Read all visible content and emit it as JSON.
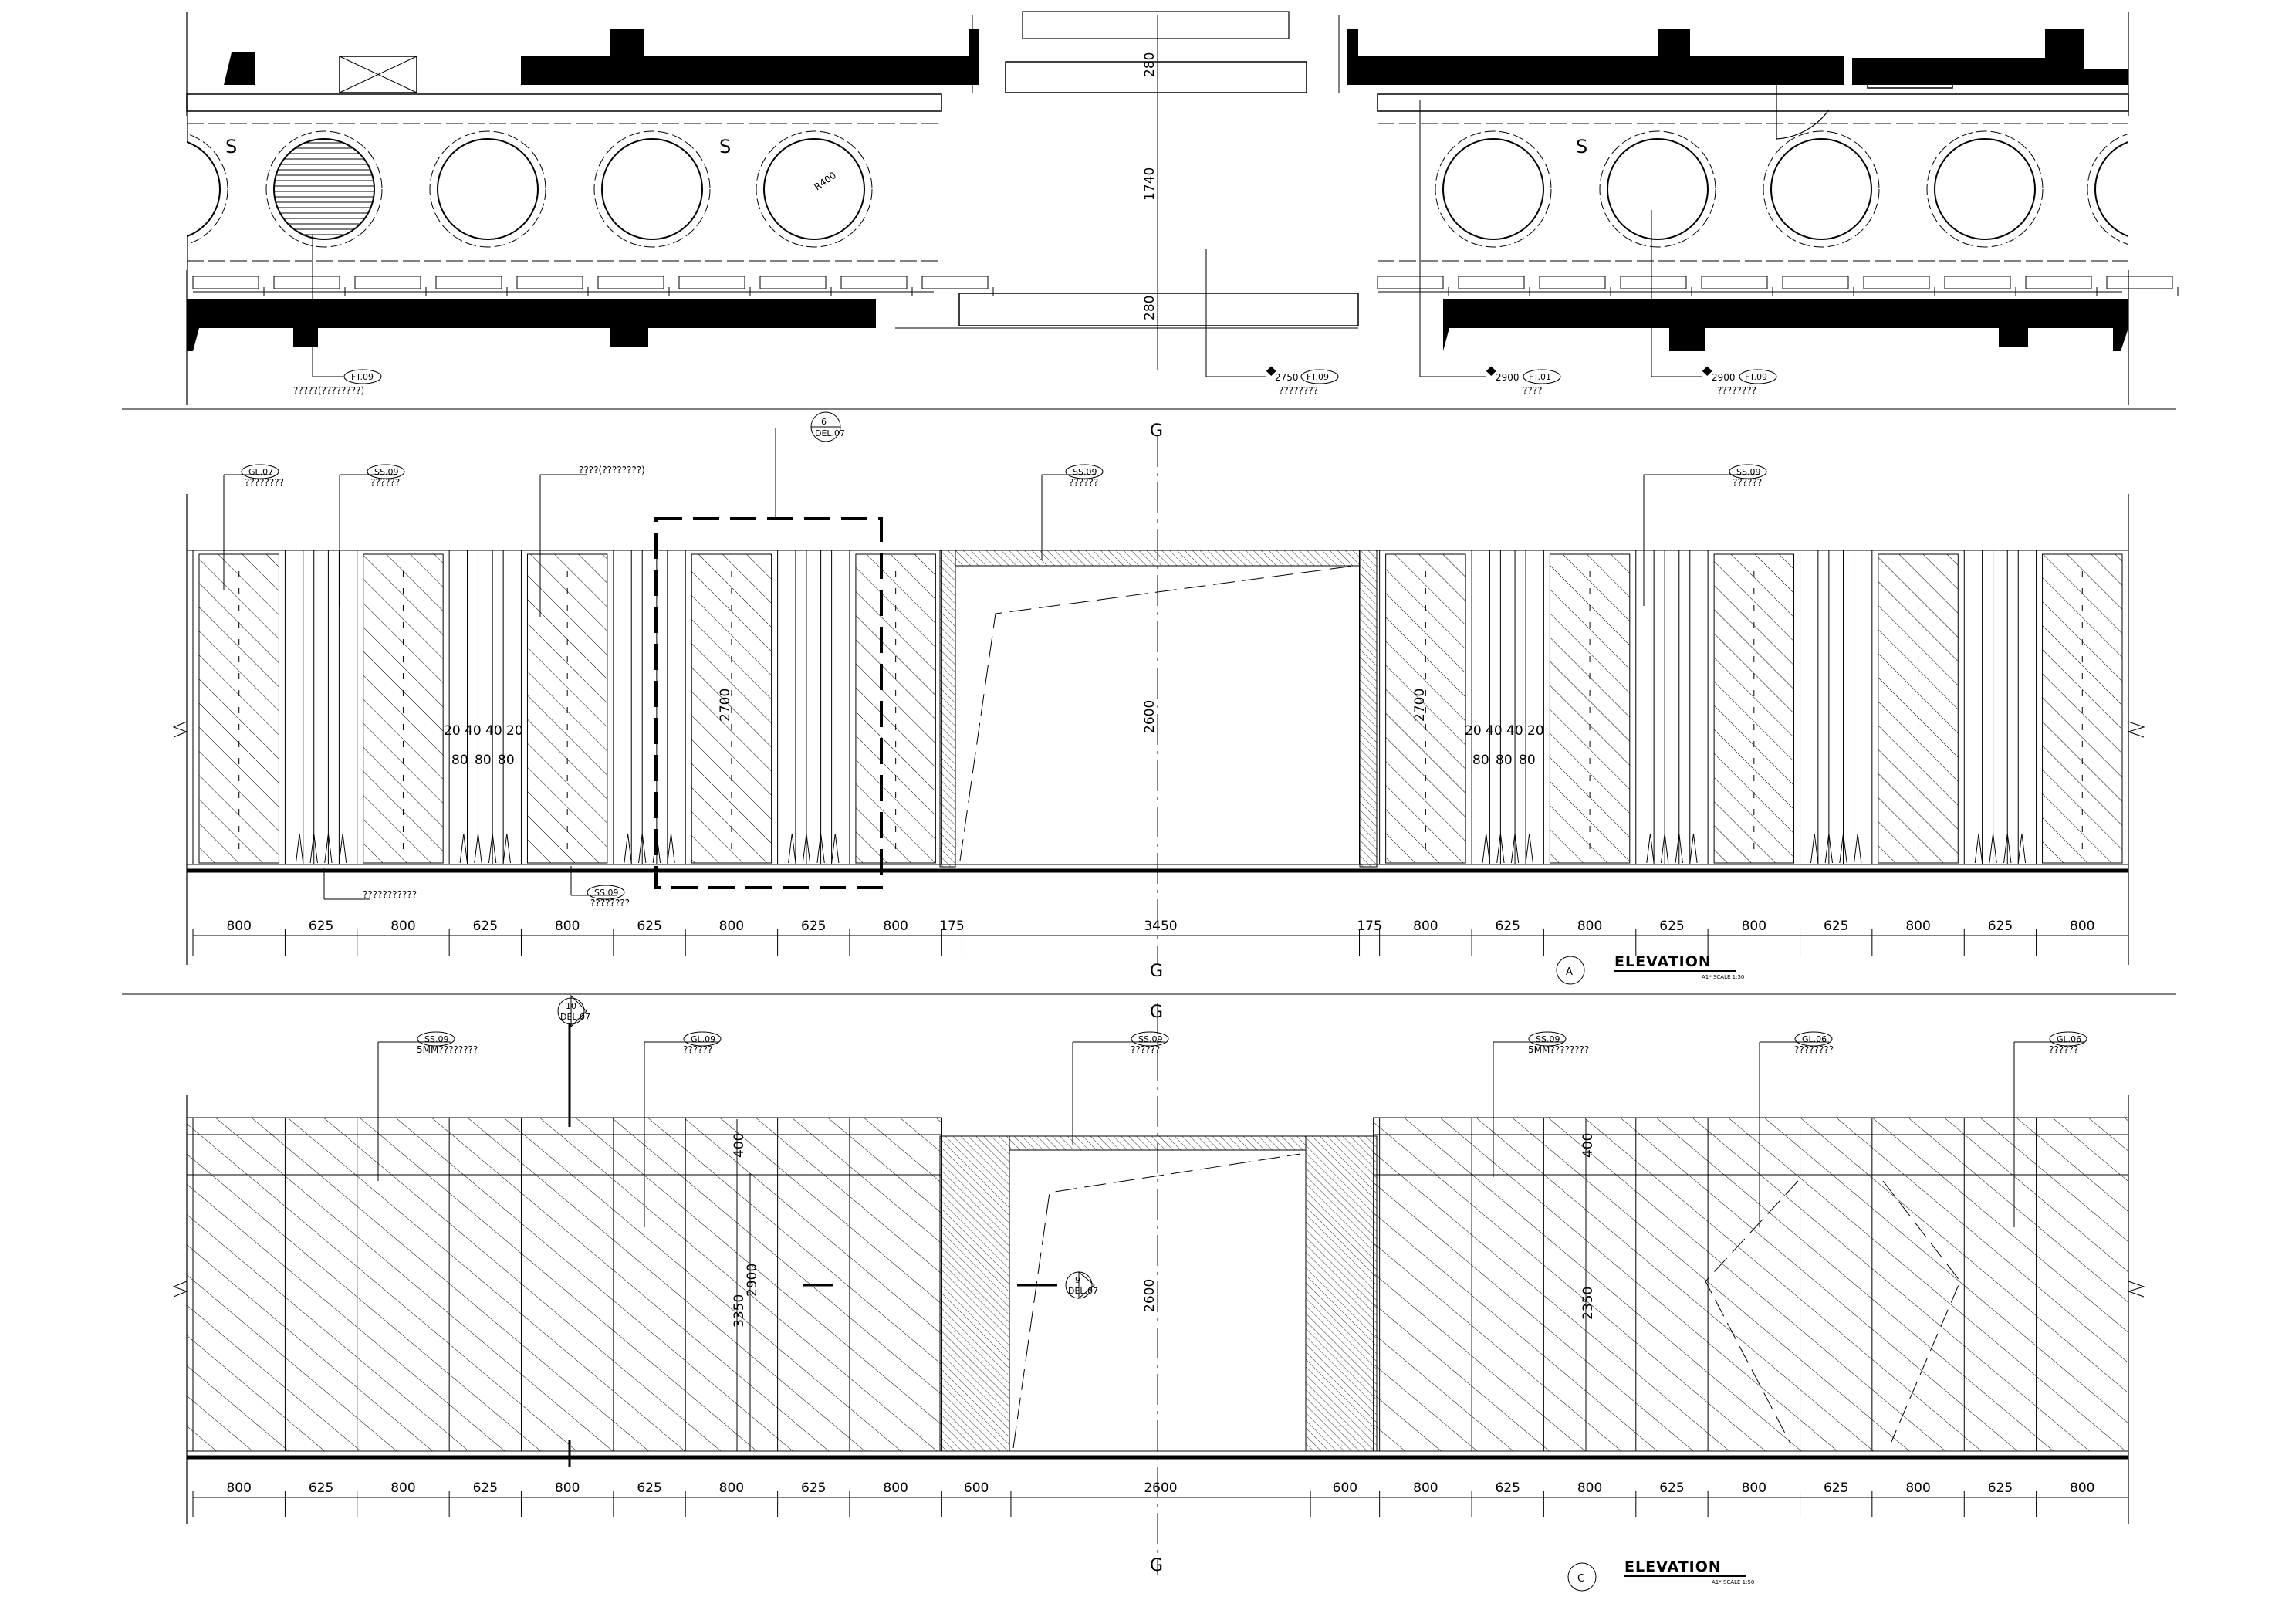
{
  "plan": {
    "dims": {
      "top": "280",
      "middle": "1740",
      "bottom": "280"
    },
    "radius_label": "R400",
    "notes": [
      {
        "tag": "FT.09",
        "text": "?????(????????)"
      },
      {
        "tag": "FT.09",
        "text": "????????",
        "level": "2750"
      },
      {
        "tag": "FT.01",
        "text": "????",
        "level": "2900"
      },
      {
        "tag": "FT.09",
        "text": "????????",
        "level": "2900"
      }
    ]
  },
  "elevation_a": {
    "title": "ELEVATION",
    "scale": "A1* SCALE 1:50",
    "marker": "A",
    "axis_label": "G",
    "detail_callout": {
      "num": "6",
      "ref": "DEL.07"
    },
    "callouts": [
      {
        "tag": "GL.07",
        "text": "????????"
      },
      {
        "tag": "SS.09",
        "text": "??????"
      },
      {
        "tag": "",
        "text": "????(????????)"
      },
      {
        "tag": "SS.09",
        "text": "??????"
      },
      {
        "tag": "SS.09",
        "text": "??????"
      },
      {
        "tag": "",
        "text": "???????????"
      },
      {
        "tag": "SS.09",
        "text": "????????"
      }
    ],
    "heights": {
      "panel": "2700",
      "door": "2600"
    },
    "small_dims_top": [
      "20",
      "40",
      "40",
      "20"
    ],
    "small_dims_bottom": [
      "80",
      "80",
      "80"
    ],
    "bottom_dims": [
      "800",
      "625",
      "800",
      "625",
      "800",
      "625",
      "800",
      "625",
      "800",
      "175",
      "3450",
      "175",
      "800",
      "625",
      "800",
      "625",
      "800",
      "625",
      "800",
      "625",
      "800"
    ]
  },
  "elevation_c": {
    "title": "ELEVATION",
    "scale": "A1* SCALE 1:50",
    "marker": "C",
    "axis_label": "G",
    "section_callout": {
      "num": "10",
      "ref": "DEL.07"
    },
    "door_callout": {
      "num": "9",
      "ref": "DEL.07"
    },
    "callouts": [
      {
        "tag": "SS.09",
        "text": "5MM????????"
      },
      {
        "tag": "GL.09",
        "text": "??????"
      },
      {
        "tag": "SS.09",
        "text": "??????"
      },
      {
        "tag": "SS.09",
        "text": "5MM????????"
      },
      {
        "tag": "GL.06",
        "text": "????????"
      },
      {
        "tag": "GL.06",
        "text": "??????"
      }
    ],
    "heights": {
      "top_band": "400",
      "panel_left": "3350",
      "panel_left2": "2900",
      "door": "2600",
      "right_top": "400",
      "right_panel": "2350"
    },
    "bottom_dims": [
      "800",
      "625",
      "800",
      "625",
      "800",
      "625",
      "800",
      "625",
      "800",
      "600",
      "2600",
      "600",
      "800",
      "625",
      "800",
      "625",
      "800",
      "625",
      "800",
      "625",
      "800"
    ]
  }
}
